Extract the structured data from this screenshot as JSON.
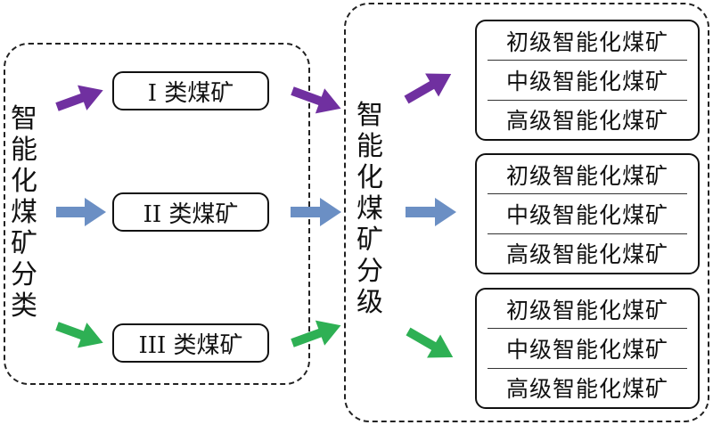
{
  "left_title": [
    "智",
    "能",
    "化",
    "煤",
    "矿",
    "分",
    "类"
  ],
  "right_title": [
    "智",
    "能",
    "化",
    "煤",
    "矿",
    "分",
    "级"
  ],
  "types": [
    {
      "label": "I 类煤矿"
    },
    {
      "label": "II 类煤矿"
    },
    {
      "label": "III 类煤矿"
    }
  ],
  "levels": [
    {
      "items": [
        "初级智能化煤矿",
        "中级智能化煤矿",
        "高级智能化煤矿"
      ]
    },
    {
      "items": [
        "初级智能化煤矿",
        "中级智能化煤矿",
        "高级智能化煤矿"
      ]
    },
    {
      "items": [
        "初级智能化煤矿",
        "中级智能化煤矿",
        "高级智能化煤矿"
      ]
    }
  ],
  "colors": {
    "purple": "#7030a0",
    "blue": "#6b8fc4",
    "green": "#2eb054"
  }
}
